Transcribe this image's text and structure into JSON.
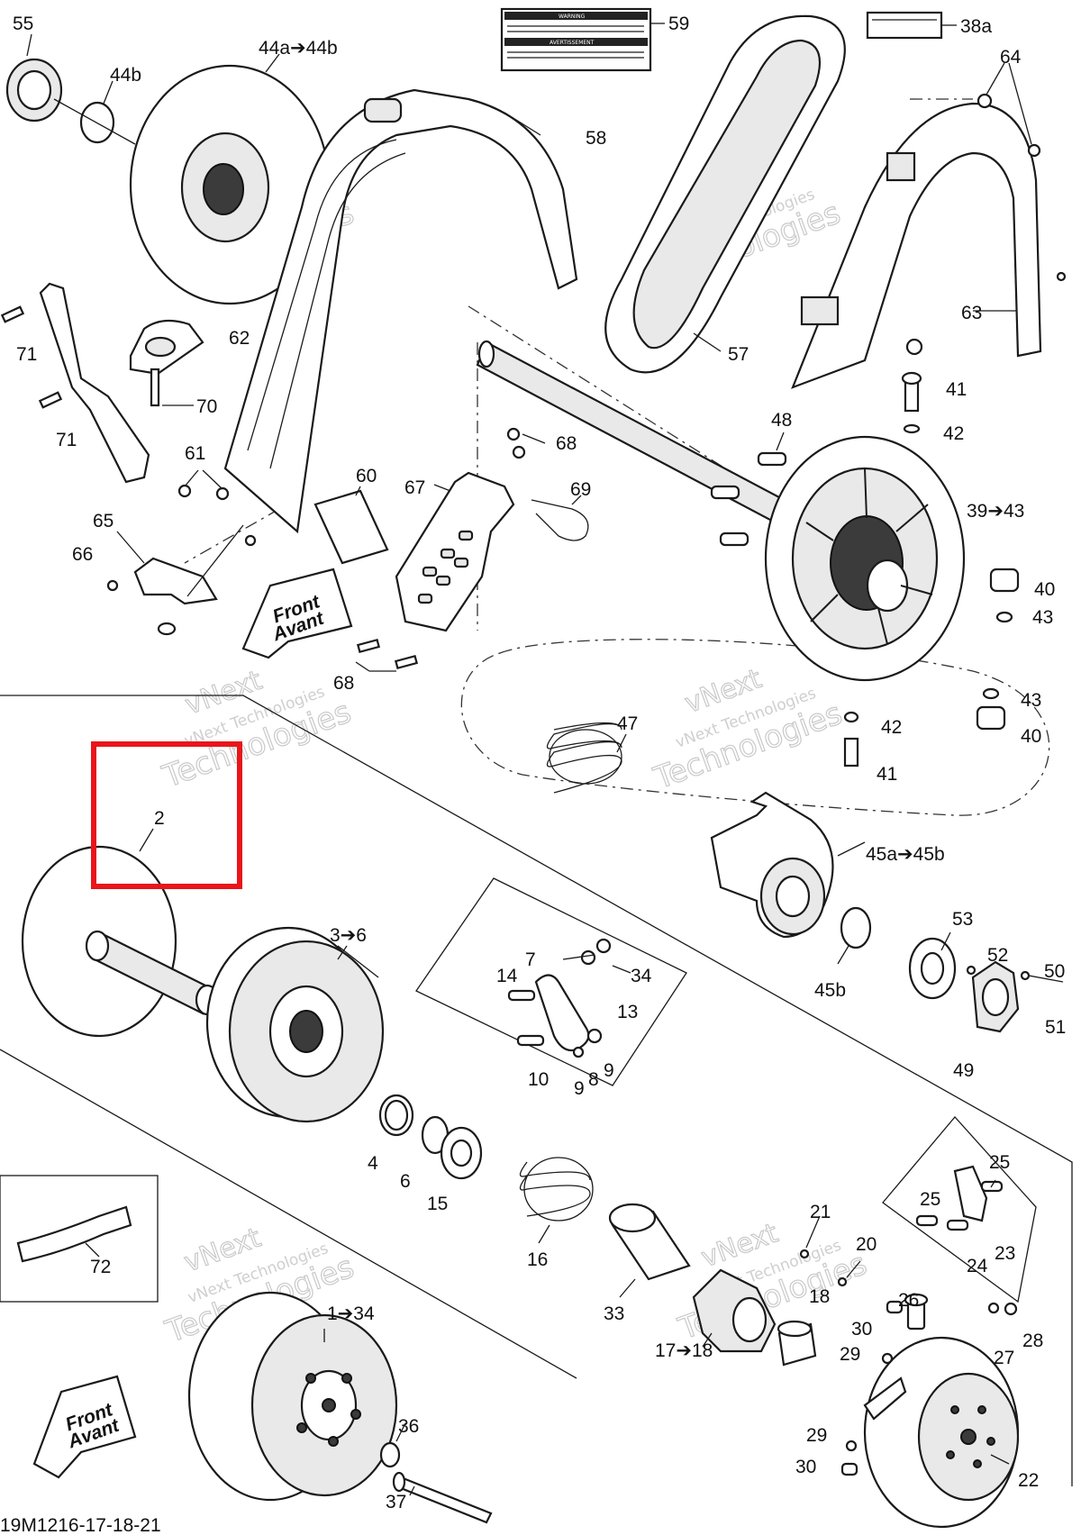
{
  "diagram_id": "19M1216-17-18-21",
  "watermark": {
    "line1": "vNext",
    "line2": "vNext Technologies",
    "line3": "Technologies"
  },
  "front_sign": {
    "line1": "Front",
    "line2": "Avant"
  },
  "warning_label": {
    "heading_en": "WARNING",
    "heading_fr": "AVERTISSEMENT"
  },
  "callouts": {
    "c55": "55",
    "c44a": "44a➔44b",
    "c44b": "44b",
    "c59": "59",
    "c38a": "38a",
    "c64": "64",
    "c58": "58",
    "c62": "62",
    "c71a": "71",
    "c71b": "71",
    "c70": "70",
    "c61": "61",
    "c60": "60",
    "c67": "67",
    "c68a": "68",
    "c69": "69",
    "c65": "65",
    "c66": "66",
    "c68b": "68",
    "c57": "57",
    "c63": "63",
    "c41a": "41",
    "c42a": "42",
    "c48": "48",
    "c39": "39➔43",
    "c40a": "40",
    "c43a": "43",
    "c43b": "43",
    "c42b": "42",
    "c40b": "40",
    "c41b": "41",
    "c47": "47",
    "c45a": "45a➔45b",
    "c45b": "45b",
    "c53": "53",
    "c52": "52",
    "c50": "50",
    "c51": "51",
    "c49": "49",
    "c2": "2",
    "c3": "3➔6",
    "c7": "7",
    "c14": "14",
    "c34a": "34",
    "c13": "13",
    "c10": "10",
    "c9a": "9",
    "c8": "8",
    "c9b": "9",
    "c4": "4",
    "c6": "6",
    "c15": "15",
    "c16": "16",
    "c33": "33",
    "c72": "72",
    "c1": "1➔34",
    "c21": "21",
    "c20": "20",
    "c18": "18",
    "c17": "17➔18",
    "c25a": "25",
    "c25b": "25",
    "c23": "23",
    "c24": "24",
    "c26": "26",
    "c30a": "30",
    "c29a": "29",
    "c27": "27",
    "c28": "28",
    "c36": "36",
    "c37": "37",
    "c29b": "29",
    "c30b": "30",
    "c22": "22"
  },
  "highlight": {
    "color": "#e8161b",
    "target": "2"
  }
}
